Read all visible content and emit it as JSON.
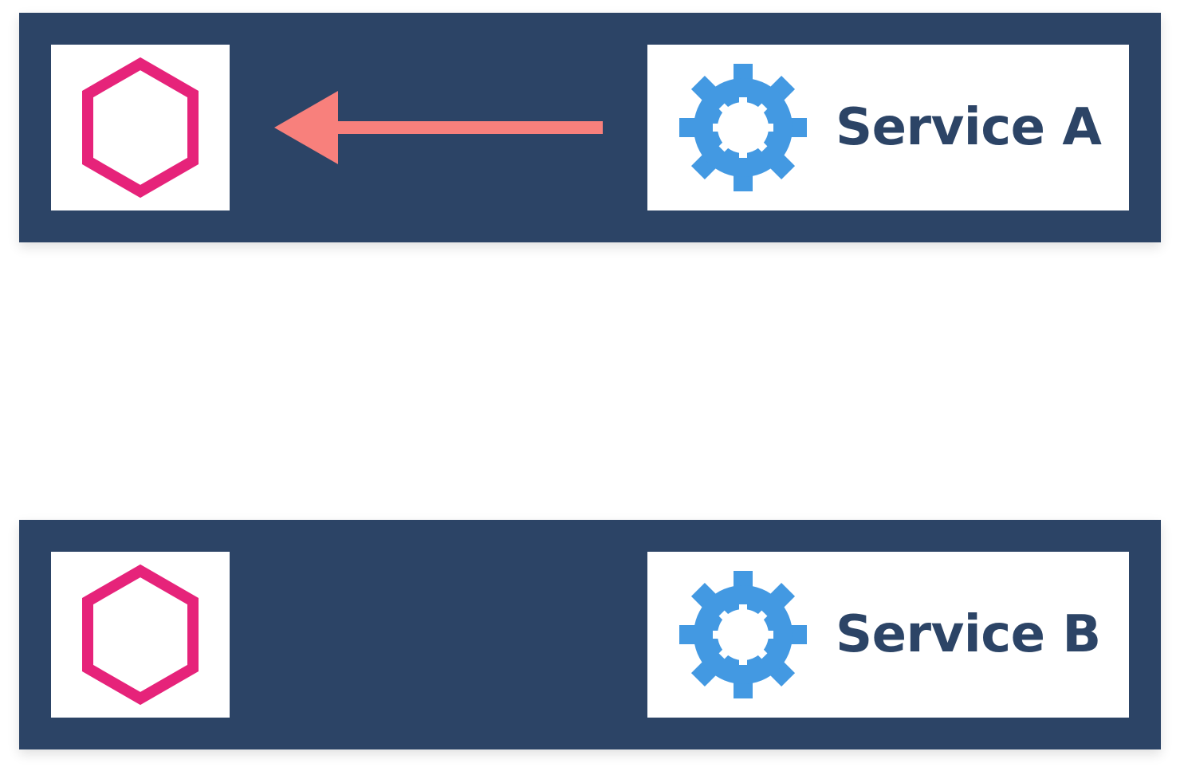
{
  "colors": {
    "lane_background": "#2c4466",
    "box_background": "#ffffff",
    "proxy_hexagon": "#e6237a",
    "service_gear": "#4399e2",
    "label_text": "#2c4466",
    "arrow": "#f8807c"
  },
  "lanes": [
    {
      "proxy_icon": "hexagon-icon",
      "service_icon": "gear-icon",
      "service_label": "Service A",
      "arrow": {
        "from": "service",
        "to": "proxy"
      }
    },
    {
      "proxy_icon": "hexagon-icon",
      "service_icon": "gear-icon",
      "service_label": "Service B"
    }
  ]
}
